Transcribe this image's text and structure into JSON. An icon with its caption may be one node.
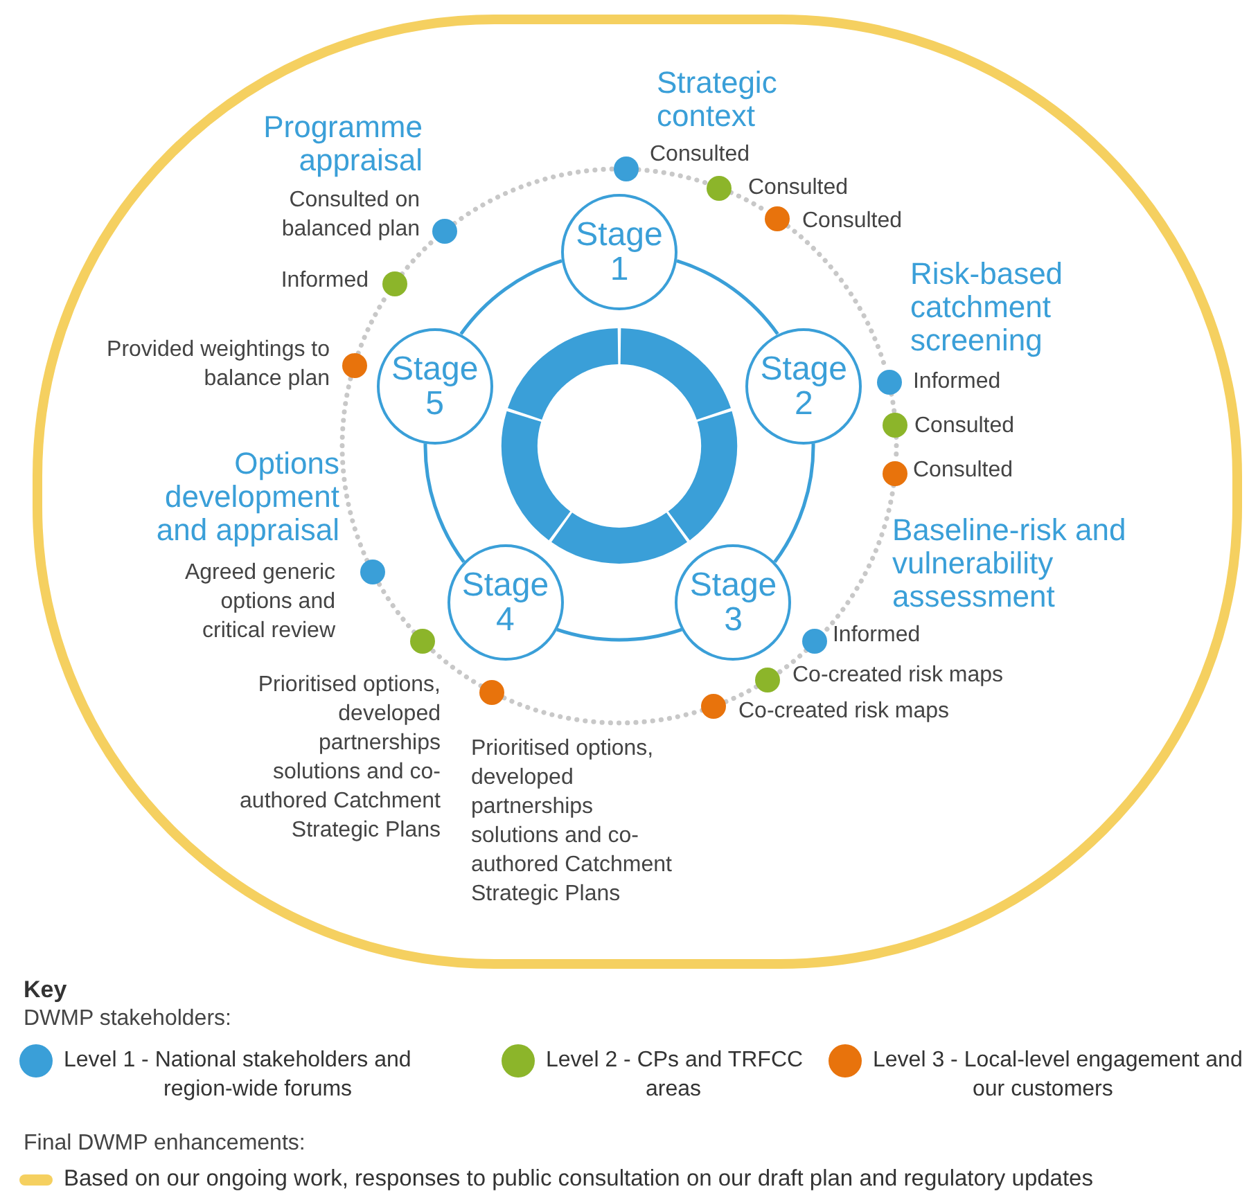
{
  "diagram": {
    "nodes": [
      {
        "text": [
          "Stage 1"
        ]
      },
      {
        "text": [
          "Stage 2"
        ]
      },
      {
        "text": [
          "Stage 3"
        ]
      },
      {
        "text": [
          "Stage 4"
        ]
      },
      {
        "text": [
          "Stage 5"
        ]
      },
      {
        "text": [],
        "shape": "circle",
        "beside": [
          "Consulted"
        ]
      },
      {
        "text": [],
        "shape": "circle",
        "beside": [
          "Consulted"
        ]
      },
      {
        "text": [],
        "shape": "circle",
        "beside": [
          "Consulted"
        ]
      },
      {
        "text": [],
        "shape": "circle",
        "beside": [
          "Informed"
        ]
      },
      {
        "text": [],
        "shape": "circle",
        "beside": [
          "Consulted"
        ]
      },
      {
        "text": [],
        "shape": "circle",
        "beside": [
          "Consulted"
        ]
      },
      {
        "text": [],
        "shape": "circle",
        "beside": [
          "Informed"
        ]
      },
      {
        "text": [],
        "shape": "circle",
        "beside": [
          "Co-created risk maps"
        ]
      },
      {
        "text": [],
        "shape": "circle",
        "beside": [
          "Co-created risk maps"
        ]
      },
      {
        "text": [],
        "shape": "circle",
        "beside": [
          "Agreed generic options and critical review"
        ]
      },
      {
        "text": [],
        "shape": "circle",
        "beside": [
          "Prioritised options, developed partnerships solutions and co-authored Catchment Strategic Plans"
        ]
      },
      {
        "text": [],
        "shape": "circle",
        "beside": [
          "Prioritised options, developed partnerships solutions and co-authored Catchment Strategic Plans"
        ]
      },
      {
        "text": [],
        "shape": "circle",
        "beside": [
          "Consulted on balanced plan"
        ]
      },
      {
        "text": [],
        "shape": "circle",
        "beside": [
          "Informed"
        ]
      },
      {
        "text": [],
        "shape": "circle",
        "beside": [
          "Provided weightings to balance plan"
        ]
      }
    ],
    "edges": [
      {
        "from": 0,
        "to": 1,
        "arrow": "none",
        "color": "#3a9fd8"
      },
      {
        "from": 1,
        "to": 2,
        "arrow": "none",
        "color": "#3a9fd8"
      },
      {
        "from": 2,
        "to": 3,
        "arrow": "none",
        "color": "#3a9fd8"
      },
      {
        "from": 3,
        "to": 4,
        "arrow": "none",
        "color": "#3a9fd8"
      },
      {
        "from": 4,
        "to": 0,
        "arrow": "none",
        "color": "#3a9fd8"
      },
      {
        "from": 5,
        "to": 6,
        "arrow": "none",
        "style": "dashed"
      },
      {
        "from": 6,
        "to": 7,
        "arrow": "none",
        "style": "dashed"
      },
      {
        "from": 7,
        "to": 8,
        "arrow": "none",
        "style": "dashed"
      },
      {
        "from": 8,
        "to": 9,
        "arrow": "none",
        "style": "dashed"
      },
      {
        "from": 9,
        "to": 10,
        "arrow": "none",
        "style": "dashed"
      },
      {
        "from": 10,
        "to": 11,
        "arrow": "none",
        "style": "dashed"
      },
      {
        "from": 11,
        "to": 12,
        "arrow": "none",
        "style": "dashed"
      },
      {
        "from": 12,
        "to": 13,
        "arrow": "none",
        "style": "dashed"
      },
      {
        "from": 13,
        "to": 16,
        "arrow": "none",
        "style": "dashed"
      },
      {
        "from": 16,
        "to": 15,
        "arrow": "none",
        "style": "dashed"
      },
      {
        "from": 15,
        "to": 14,
        "arrow": "none",
        "style": "dashed"
      },
      {
        "from": 14,
        "to": 19,
        "arrow": "none",
        "style": "dashed"
      },
      {
        "from": 19,
        "to": 18,
        "arrow": "none",
        "style": "dashed"
      },
      {
        "from": 18,
        "to": 17,
        "arrow": "none",
        "style": "dashed"
      },
      {
        "from": 17,
        "to": 5,
        "arrow": "none",
        "style": "dashed"
      }
    ],
    "labels": [
      "Strategic context",
      "Programme appraisal",
      "Risk-based catchment screening",
      "Options development and appraisal",
      "Baseline-risk and vulnerability assessment",
      "Key",
      "DWMP stakeholders:",
      "Final DWMP enhancements:"
    ],
    "legend": [
      {
        "text": "Level 1 - National stakeholders and region-wide forums",
        "color": "#3a9fd8"
      },
      {
        "text": "Level 2 - CPs and TRFCC areas",
        "color": "#8cb52a"
      },
      {
        "text": "Level 3 - Local-level engagement and our customers",
        "color": "#e8730c"
      },
      {
        "text": "Based on our ongoing work, responses to public consultation on our draft plan and regulatory updates"
      }
    ]
  }
}
